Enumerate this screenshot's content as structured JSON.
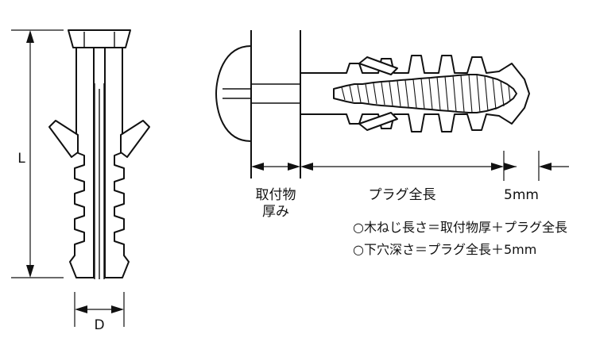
{
  "side_view": {
    "length_label": "L",
    "diameter_label": "D"
  },
  "install_view": {
    "thickness_label_line1": "取付物",
    "thickness_label_line2": "厚み",
    "plug_length_label": "プラグ全長",
    "margin_label": "5mm"
  },
  "formulas": [
    "○木ねじ長さ＝取付物厚＋プラグ全長",
    "○下穴深さ＝プラグ全長＋5mm"
  ]
}
